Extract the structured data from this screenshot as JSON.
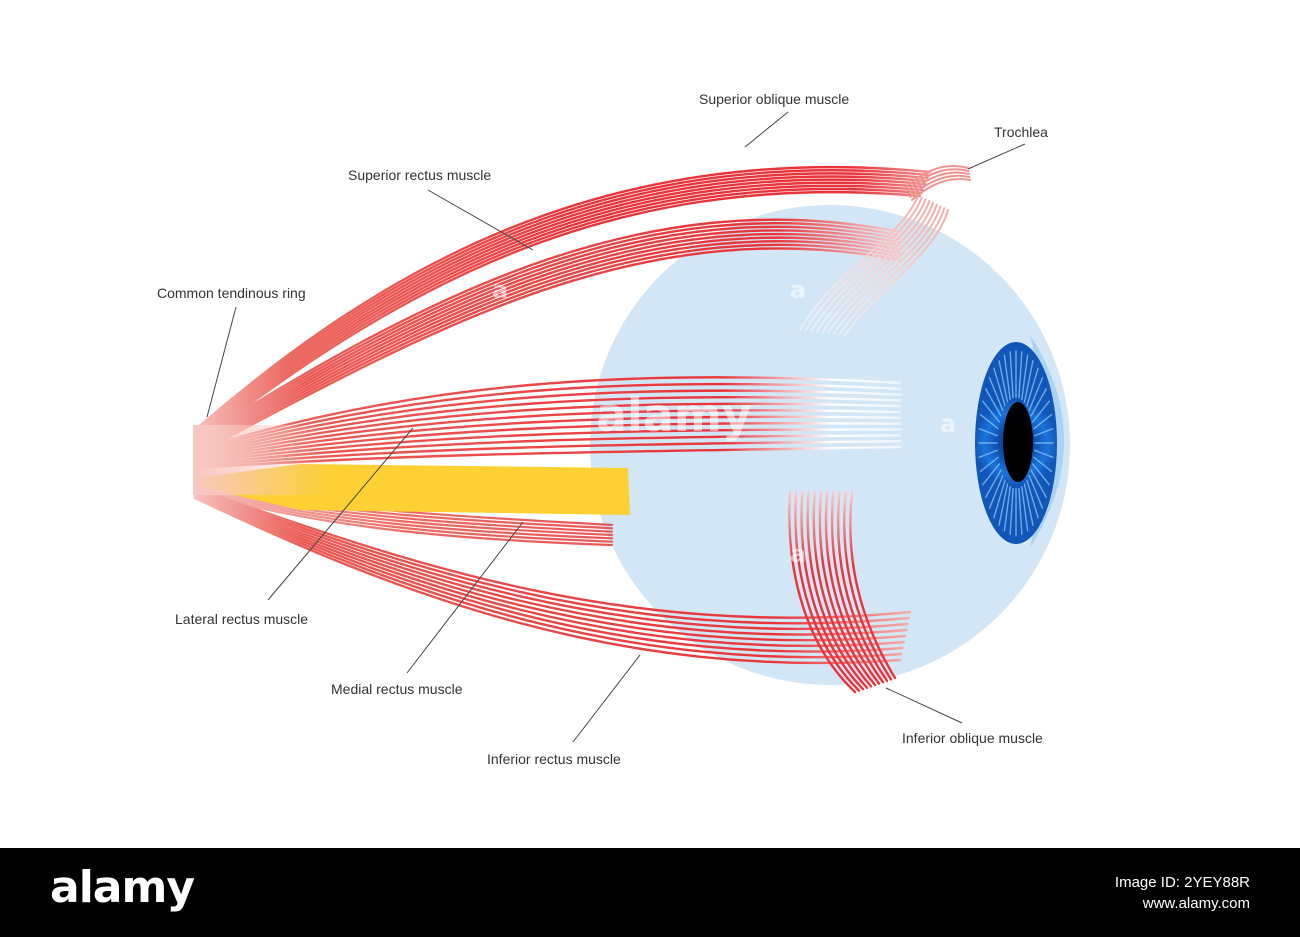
{
  "labels": {
    "superior_oblique": "Superior  oblique muscle",
    "trochlea": "Trochlea",
    "superior_rectus": "Superior rectus muscle",
    "common_ring": "Common tendinous ring",
    "lateral_rectus": "Lateral rectus muscle",
    "medial_rectus": "Medial rectus muscle",
    "inferior_rectus": "Inferior rectus muscle",
    "inferior_oblique": "Inferior oblique muscle"
  },
  "footer": {
    "logo": "alamy",
    "image_id": "Image ID: 2YEY88R",
    "site": "www.alamy.com"
  },
  "watermark": {
    "text": "alamy",
    "mark": "a"
  },
  "colors": {
    "muscle": "#e8343a",
    "muscle_light": "#f6c6c6",
    "eyeball": "#d3e6f5",
    "optic_nerve": "#fdd034",
    "iris": "#1a6fd6",
    "pupil": "#000000",
    "cornea": "#a9d3f0"
  }
}
